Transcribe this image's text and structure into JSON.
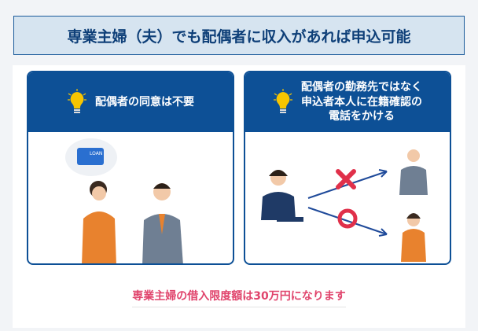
{
  "title": "専業主婦（夫）でも配偶者に収入があれば申込可能",
  "cards": [
    {
      "heading": "配偶者の同意は不要",
      "card_label": "LOAN"
    },
    {
      "heading_lines": [
        "配偶者の勤務先ではなく",
        "申込者本人に在籍確認の",
        "電話をかける"
      ]
    }
  ],
  "footer": "専業主婦の借入限度額は30万円になります",
  "colors": {
    "primary": "#0d5096",
    "accent": "#e0446c",
    "title_bg": "#d6e4f0"
  }
}
